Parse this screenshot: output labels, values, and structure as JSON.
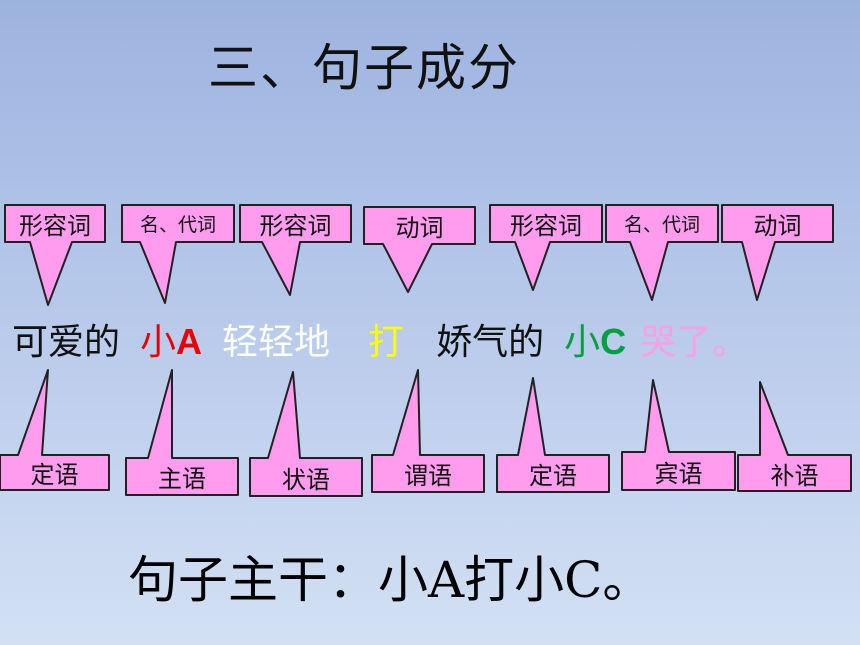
{
  "title": "三、句子成分",
  "top_labels": [
    "形容词",
    "名、代词",
    "形容词",
    "动词",
    "形容词",
    "名、代词",
    "动词"
  ],
  "bottom_labels": [
    "定语",
    "主语",
    "状语",
    "谓语",
    "定语",
    "宾语",
    "补语"
  ],
  "sentence": [
    {
      "text": "可爱的",
      "color": "#111111"
    },
    {
      "text": "小",
      "suffix": "A",
      "color": "#e60000"
    },
    {
      "text": "轻轻地",
      "color": "#ffffff"
    },
    {
      "text": "打",
      "color": "#ffff00"
    },
    {
      "text": "娇气的",
      "color": "#111111"
    },
    {
      "text": "小",
      "suffix": "C",
      "color": "#00a040"
    },
    {
      "text": "哭了。",
      "color": "#ff9ee8"
    }
  ],
  "summary": "句子主干：小A打小C。",
  "colors": {
    "callout_fill": "#ff9cee",
    "callout_stroke": "#222222"
  }
}
